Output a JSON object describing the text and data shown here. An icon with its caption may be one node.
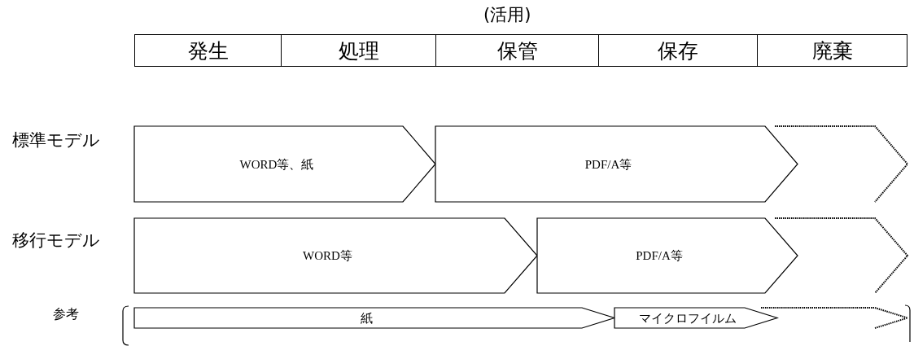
{
  "diagram": {
    "nodes": [
      {
        "text": [
          "発生"
        ]
      },
      {
        "text": [
          "処理"
        ]
      },
      {
        "text": [
          "保管"
        ]
      },
      {
        "text": [
          "保存"
        ]
      },
      {
        "text": [
          "廃棄"
        ]
      },
      {
        "text": [
          "WORD等、紙"
        ]
      },
      {
        "text": [
          "PDF/A等"
        ]
      },
      {
        "text": [],
        "shape": "chevron"
      },
      {
        "text": [
          "WORD等"
        ]
      },
      {
        "text": [
          "PDF/A等"
        ]
      },
      {
        "text": [],
        "shape": "chevron"
      },
      {
        "text": [
          "紙"
        ]
      },
      {
        "text": [
          "マイクロフイルム"
        ]
      },
      {
        "text": [],
        "shape": "chevron"
      }
    ],
    "labels": [
      "(活用)",
      "標準モデル",
      "移行モデル",
      "参考"
    ]
  }
}
